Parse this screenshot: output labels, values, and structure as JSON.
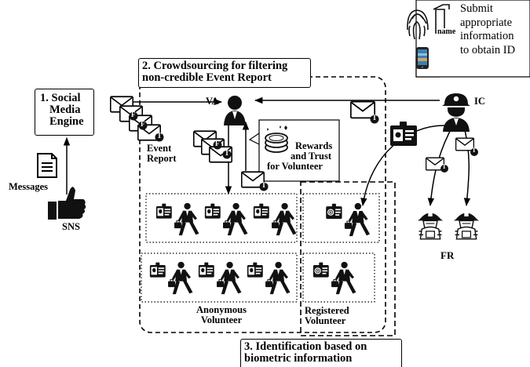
{
  "labels": {
    "social_media_engine": [
      "1. Social",
      "Media",
      "Engine"
    ],
    "crowdsourcing": [
      "2. Crowdsourcing for filtering",
      "non-credible Event Report"
    ],
    "identification": [
      "3. Identification based on",
      "biometric information"
    ],
    "submit_info": [
      "Submit",
      "appropriate",
      "information",
      "to obtain ID"
    ],
    "name_card": "name",
    "va": "VA",
    "ic": "IC",
    "fr": "FR",
    "event_report": [
      "Event",
      "Report"
    ],
    "rewards": [
      "Rewards",
      "and Trust",
      "for Volunteer"
    ],
    "messages": "Messages",
    "sns": "SNS",
    "anonymous_volunteer": [
      "Anonymous",
      "Volunteer"
    ],
    "registered_volunteer": [
      "Registered",
      "Volunteer"
    ],
    "badge_f": "F",
    "badge_t": "T"
  },
  "icons": {
    "envelope": "envelope-icon",
    "va_person": "va-person-icon",
    "ic_officer": "police-officer-icon",
    "firefighter": "firefighter-icon",
    "volunteer": "volunteer-with-id-icon",
    "fingerprint": "fingerprint-icon",
    "smartphone": "smartphone-icon",
    "coins": "coins-icon",
    "document": "document-icon",
    "thumbs_up": "thumbs-up-icon"
  }
}
